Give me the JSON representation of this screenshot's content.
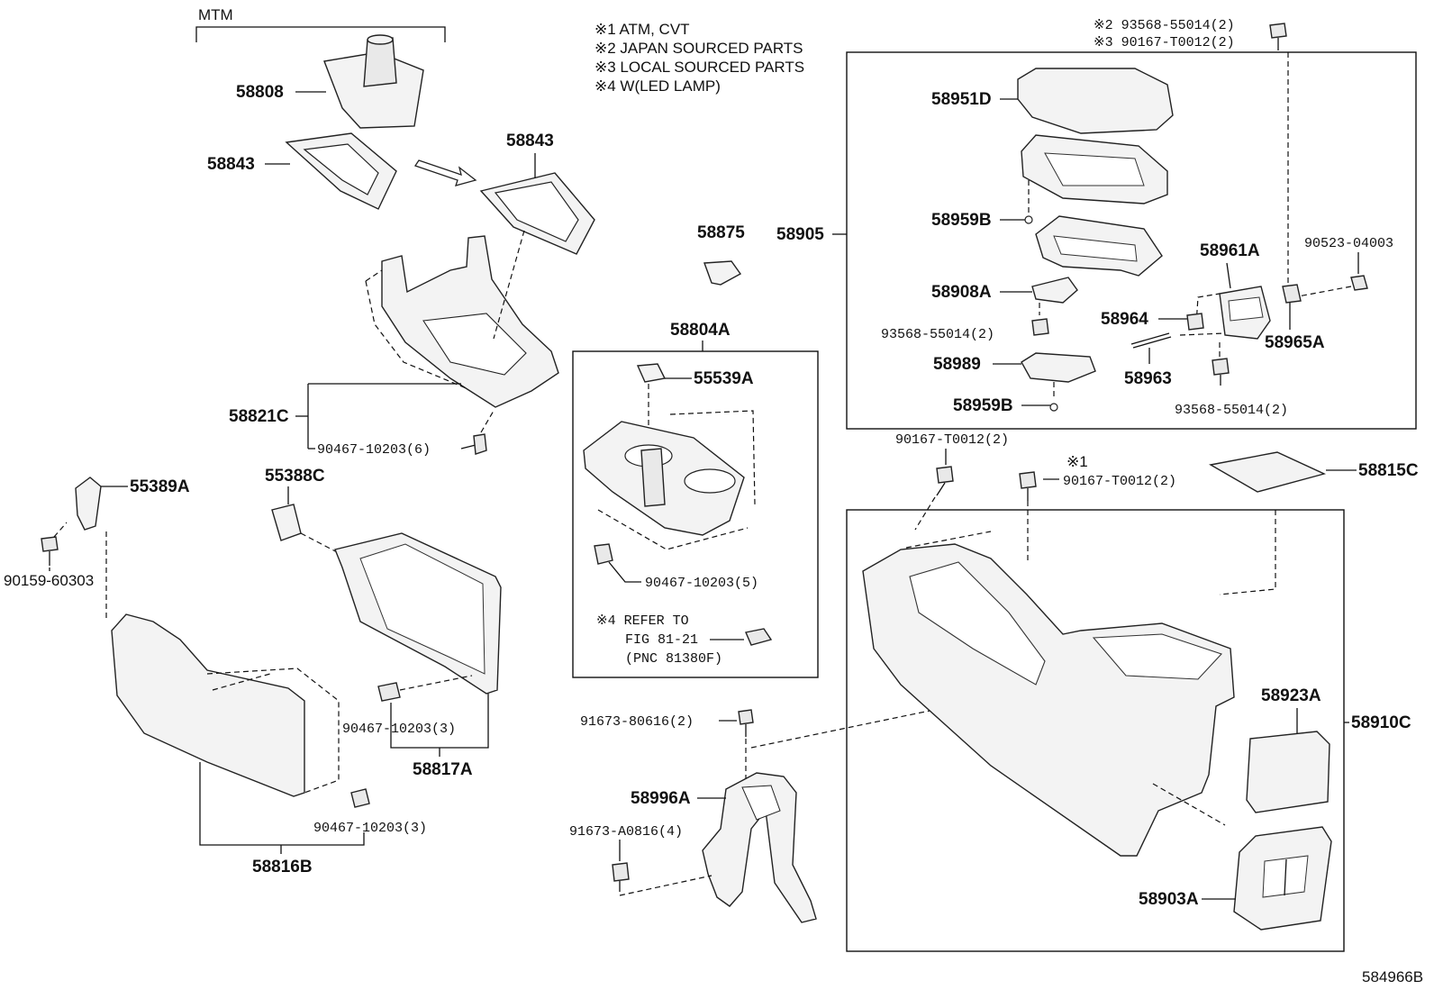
{
  "group_label": "MTM",
  "notes": [
    "※1 ATM, CVT",
    "※2 JAPAN SOURCED PARTS",
    "※3 LOCAL SOURCED PARTS",
    "※4 W(LED LAMP)"
  ],
  "parts": {
    "p58808": "58808",
    "p58843_left": "58843",
    "p58843_right": "58843",
    "p58821C": "58821C",
    "p90467_6": "90467-10203(6)",
    "p55389A": "55389A",
    "p90159": "90159-60303",
    "p55388C": "55388C",
    "p90467_3a": "90467-10203(3)",
    "p58817A": "58817A",
    "p90467_3b": "90467-10203(3)",
    "p58816B": "58816B",
    "p58875": "58875",
    "p58804A": "58804A",
    "p55539A": "55539A",
    "p90467_5": "90467-10203(5)",
    "ref_line1": "※4 REFER TO",
    "ref_line2": "FIG 81-21",
    "ref_line3": "(PNC 81380F)",
    "p91673_80616": "91673-80616(2)",
    "p58996A": "58996A",
    "p91673_A0816": "91673-A0816(4)",
    "p93568_top": "※2 93568-55014(2)",
    "p90167_top": "※3 90167-T0012(2)",
    "p58951D": "58951D",
    "p58905": "58905",
    "p58959B_a": "58959B",
    "p58908A": "58908A",
    "p93568_mid": "93568-55014(2)",
    "p58989": "58989",
    "p58959B_b": "58959B",
    "p58961A": "58961A",
    "p90523": "90523-04003",
    "p58964": "58964",
    "p58965A": "58965A",
    "p58963": "58963",
    "p93568_right": "93568-55014(2)",
    "p90167_mid": "90167-T0012(2)",
    "p_note1": "※1",
    "p90167_mid2": "90167-T0012(2)",
    "p58815C": "58815C",
    "p58923A": "58923A",
    "p58910C": "58910C",
    "p58903A": "58903A",
    "diagram_id": "584966B"
  }
}
